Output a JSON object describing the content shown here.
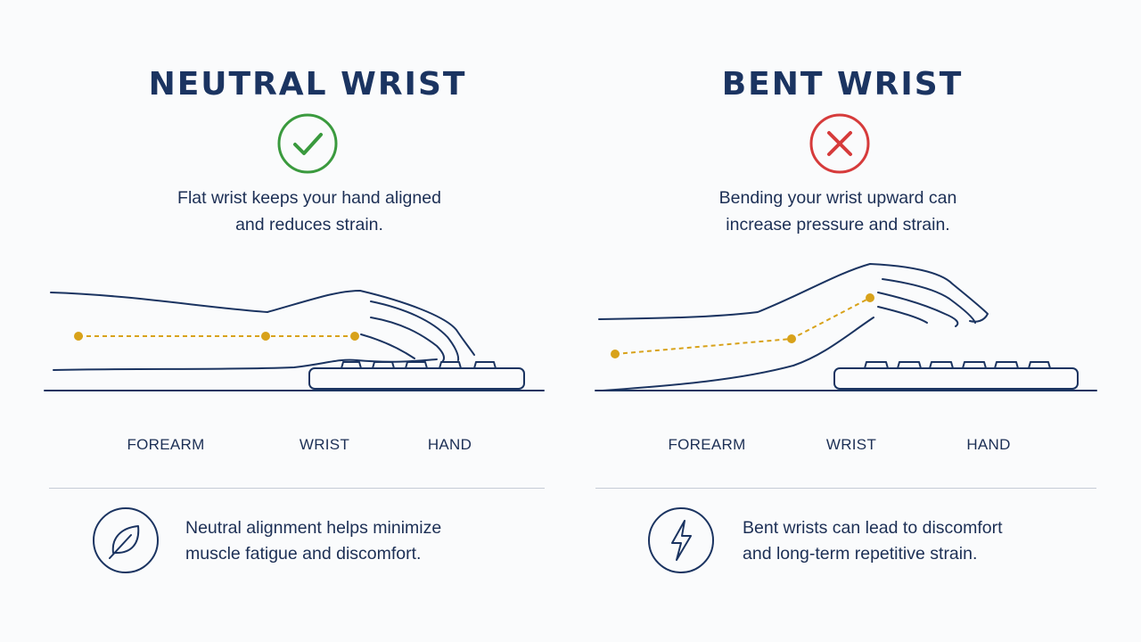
{
  "panels": {
    "neutral": {
      "title": "NEUTRAL WRIST",
      "status": "check",
      "status_color": "#3a9a3e",
      "description_lines": [
        "Flat wrist keeps your hand aligned",
        "and reduces strain."
      ],
      "segments": [
        "FOREARM",
        "WRIST",
        "HAND"
      ],
      "note_icon": "leaf-icon",
      "note_lines": [
        "Neutral alignment helps minimize",
        "muscle fatigue and discomfort."
      ]
    },
    "bent": {
      "title": "BENT WRIST",
      "status": "cross",
      "status_color": "#d63b3b",
      "description_lines": [
        "Bending your wrist upward can",
        "increase pressure and strain."
      ],
      "segments": [
        "FOREARM",
        "WRIST",
        "HAND"
      ],
      "note_icon": "lightning-icon",
      "note_lines": [
        "Bent wrists can lead to discomfort",
        "and long-term repetitive strain."
      ]
    }
  },
  "colors": {
    "ink": "#1b3461",
    "alignment_line": "#d8a21a",
    "divider": "#c6ccd6"
  }
}
